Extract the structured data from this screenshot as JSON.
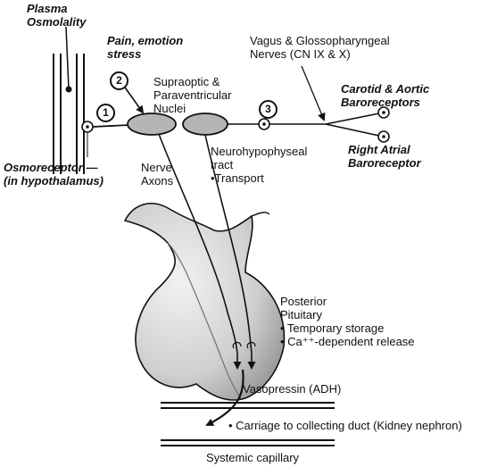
{
  "labels": {
    "plasma_osmolality": "Plasma\nOsmolality",
    "pain_emotion": "Pain, emotion\nstress",
    "nuclei": "Supraoptic &\nParaventricular\nNuclei",
    "vagus": "Vagus & Glossopharyngeal\nNerves (CN IX & X)",
    "carotid": "Carotid & Aortic\nBaroreceptors",
    "right_atrial": "Right Atrial\nBaroreceptor",
    "osmoreceptor": "Osmoreceptor —\n(in hypothalamus)",
    "nerve_axons": "Nerve\nAxons",
    "tract": "Neurohypophyseal\ntract\n•Transport",
    "posterior_pituitary": "Posterior\nPituitary\n• Temporary storage\n• Ca⁺⁺-dependent release",
    "vasopressin": "Vasopressin (ADH)",
    "carriage": "• Carriage to collecting duct (Kidney nephron)",
    "systemic_capillary": "Systemic capillary"
  },
  "markers": [
    "1",
    "2",
    "3"
  ],
  "colors": {
    "line": "#111111",
    "nucleus_fill": "#b5b5b5",
    "gland_fill": "#d2d2d2",
    "gland_shadow": "#9a9a9a"
  }
}
